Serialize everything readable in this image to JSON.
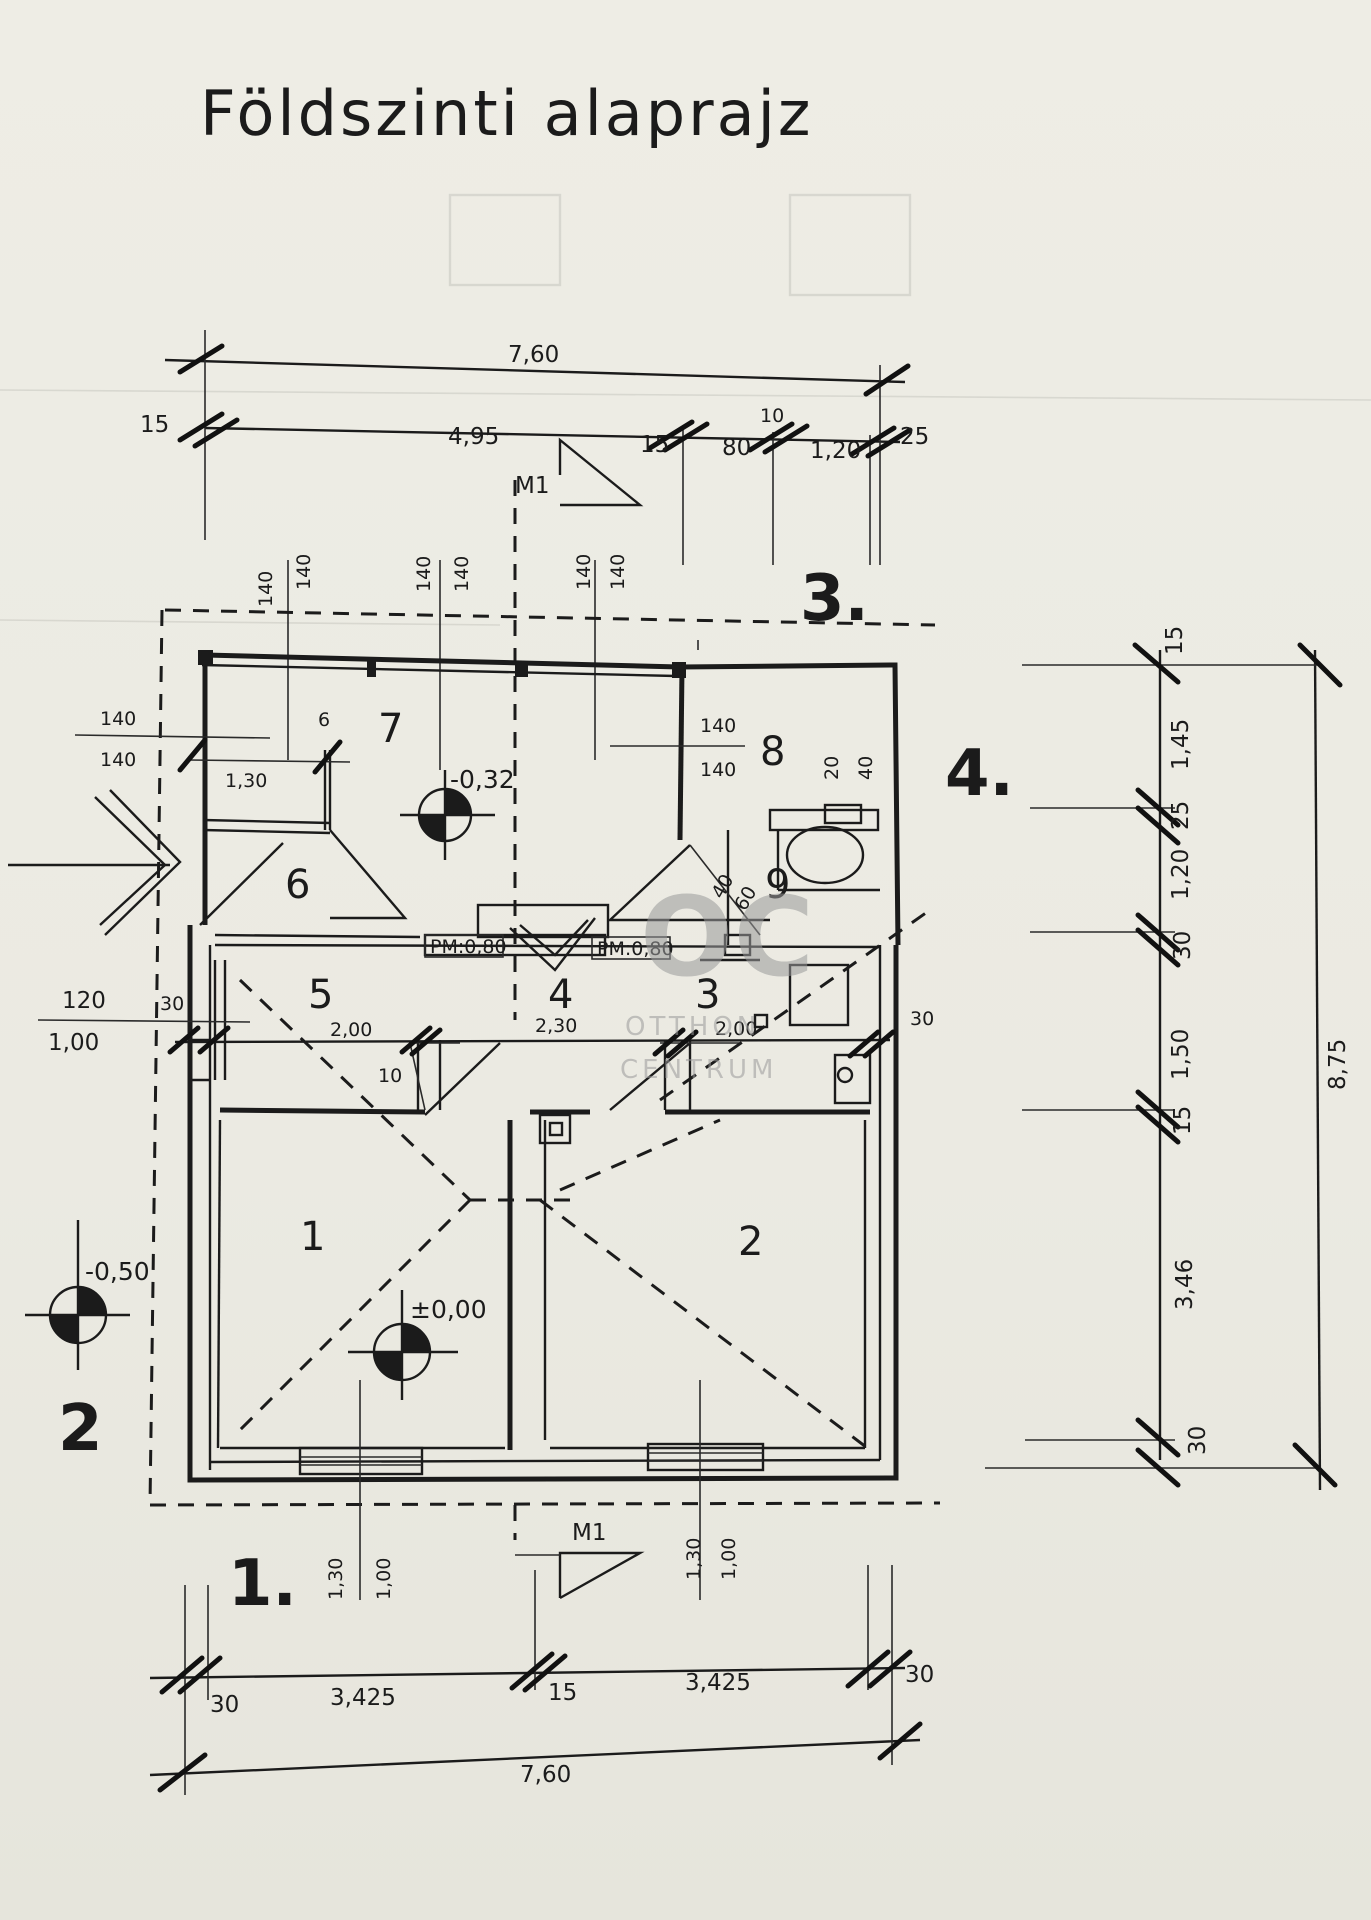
{
  "title": "Földszinti alaprajz",
  "top_dims": {
    "overall": "7,60",
    "left_wall": "15",
    "span_main": "4,95",
    "wall_mid": "15",
    "span_80": "80",
    "small_10": "10",
    "span_120": "1,20",
    "right_wall": "25"
  },
  "section_label_top": "M1",
  "section_label_bottom": "M1",
  "window_marks_top": [
    "140",
    "140",
    "140",
    "140",
    "140",
    "140"
  ],
  "axis_labels": {
    "a1": "1.",
    "a2": "2",
    "a3": "3.",
    "a4": "4."
  },
  "rooms": {
    "r1": "1",
    "r2": "2",
    "r3": "3",
    "r4": "4",
    "r5": "5",
    "r6": "6",
    "r7": "7",
    "r8": "8",
    "r9": "9"
  },
  "levels": {
    "terrace": "-0,32",
    "outside": "-0,50",
    "main": "±0,00"
  },
  "openings": {
    "room7_win_a": "140",
    "room7_win_b": "140",
    "room7_small": "6",
    "room7_dim": "1,30",
    "room8_a": "140",
    "room8_b": "140",
    "room8_v1": "20",
    "room8_v2": "40",
    "room9_v1": "40",
    "room9_v2": "60",
    "door_120": "120",
    "door_100": "1,00",
    "pm1": "PM:0,80",
    "pm2": "PM:0,80",
    "small_30_left": "30",
    "small_30_right": "30",
    "small_10": "10",
    "win_bl_a": "1,30",
    "win_bl_b": "1,00",
    "win_br_a": "1,30",
    "win_br_b": "1,00"
  },
  "corridor_dims": {
    "d5": "2,00",
    "d4": "2,30",
    "d3": "2,00"
  },
  "right_dims": {
    "overall": "8,75",
    "top_wall": "15",
    "d145": "1,45",
    "d25": "25",
    "d120": "1,20",
    "d30a": "30",
    "d150": "1,50",
    "d15": "15",
    "d346": "3,46",
    "d30b": "30"
  },
  "bottom_dims": {
    "left_wall": "30",
    "span_a": "3,425",
    "wall_mid": "15",
    "span_b": "3,425",
    "right_wall": "30",
    "overall": "7,60"
  },
  "watermark": {
    "line1": "OTTHON",
    "line2": "CENTRUM"
  }
}
